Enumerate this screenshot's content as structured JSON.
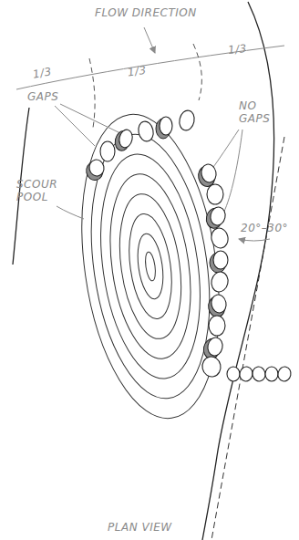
{
  "diagram": {
    "labels": [
      "FLOW DIRECTION",
      "1/3",
      "1/3",
      "1/3",
      "GAPS",
      "NO GAPS",
      "SCOUR POOL",
      "20°–30°",
      "PLAN VIEW"
    ]
  }
}
